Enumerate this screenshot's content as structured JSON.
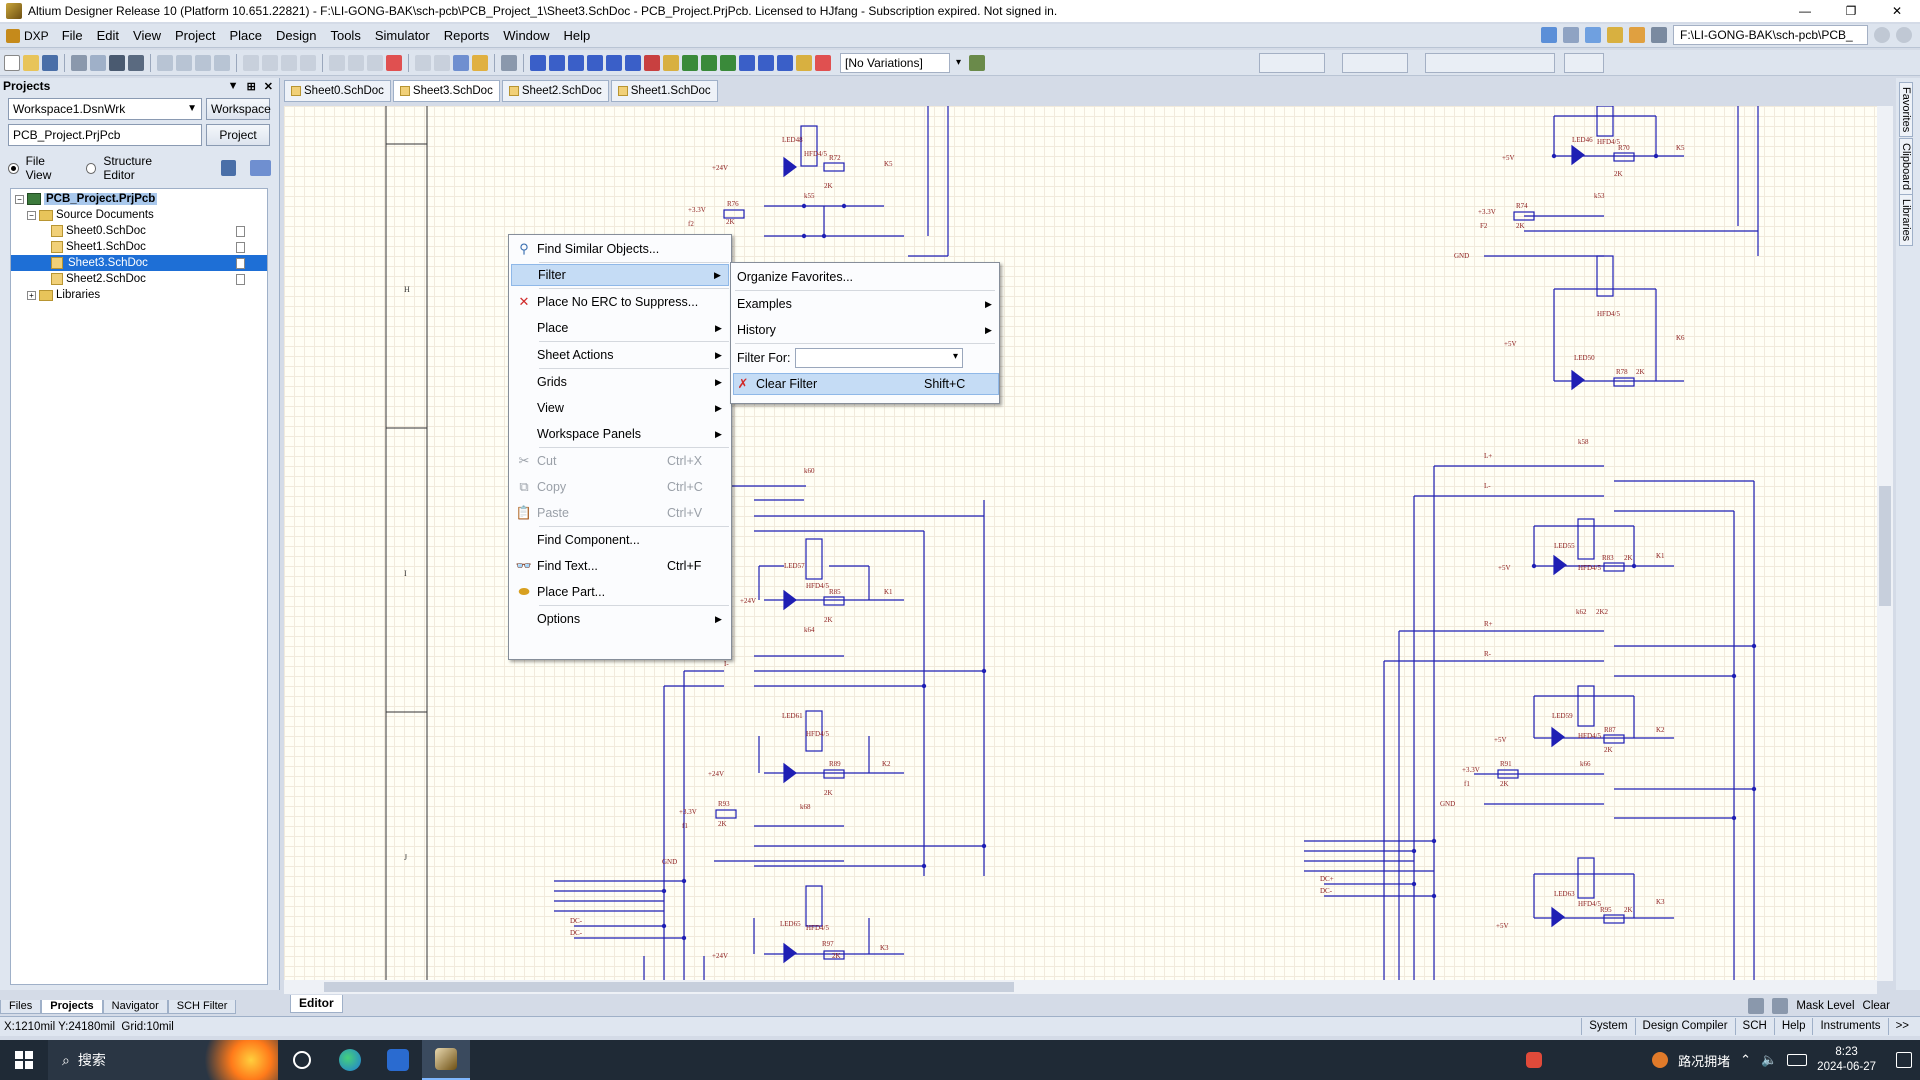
{
  "window": {
    "title": "Altium Designer Release 10 (Platform 10.651.22821) - F:\\LI-GONG-BAK\\sch-pcb\\PCB_Project_1\\Sheet3.SchDoc - PCB_Project.PrjPcb. Licensed to HJfang - Subscription expired. Not signed in.",
    "controls": [
      "—",
      "❐",
      "✕"
    ]
  },
  "menubar": {
    "dxp": "DXP",
    "items": [
      "File",
      "Edit",
      "View",
      "Project",
      "Place",
      "Design",
      "Tools",
      "Simulator",
      "Reports",
      "Window",
      "Help"
    ],
    "path": "F:\\LI-GONG-BAK\\sch-pcb\\PCB_"
  },
  "toolbar": {
    "variations": "[No Variations]"
  },
  "projects_panel": {
    "title": "Projects",
    "workspace_value": "Workspace1.DsnWrk",
    "workspace_button": "Workspace",
    "project_value": "PCB_Project.PrjPcb",
    "project_button": "Project",
    "file_view": "File View",
    "structure_editor": "Structure Editor",
    "tree": {
      "project": "PCB_Project.PrjPcb",
      "source_documents": "Source Documents",
      "docs": [
        "Sheet0.SchDoc",
        "Sheet1.SchDoc",
        "Sheet3.SchDoc",
        "Sheet2.SchDoc"
      ],
      "libraries": "Libraries"
    },
    "tabs": [
      "Files",
      "Projects",
      "Navigator",
      "SCH Filter"
    ]
  },
  "doc_tabs": [
    "Sheet0.SchDoc",
    "Sheet3.SchDoc",
    "Sheet2.SchDoc",
    "Sheet1.SchDoc"
  ],
  "editor_tab": "Editor",
  "bottom_tools": {
    "mask_level": "Mask Level",
    "clear": "Clear"
  },
  "right_dock": [
    "Favorites",
    "Clipboard",
    "Libraries"
  ],
  "status": {
    "coords": "X:1210mil Y:24180mil",
    "grid": "Grid:10mil",
    "panels": [
      "System",
      "Design Compiler",
      "SCH",
      "Help",
      "Instruments",
      ">>"
    ]
  },
  "context_menu": {
    "items": [
      {
        "label": "Find Similar Objects...",
        "shortcut": "",
        "arrow": false
      },
      {
        "label": "Filter",
        "shortcut": "",
        "arrow": true
      },
      {
        "label": "Place No ERC to Suppress...",
        "shortcut": "",
        "arrow": false
      },
      {
        "label": "Place",
        "shortcut": "",
        "arrow": true
      },
      {
        "label": "Sheet Actions",
        "shortcut": "",
        "arrow": true
      },
      {
        "label": "Grids",
        "shortcut": "",
        "arrow": true
      },
      {
        "label": "View",
        "shortcut": "",
        "arrow": true
      },
      {
        "label": "Workspace Panels",
        "shortcut": "",
        "arrow": true
      },
      {
        "label": "Cut",
        "shortcut": "Ctrl+X",
        "arrow": false
      },
      {
        "label": "Copy",
        "shortcut": "Ctrl+C",
        "arrow": false
      },
      {
        "label": "Paste",
        "shortcut": "Ctrl+V",
        "arrow": false
      },
      {
        "label": "Find Component...",
        "shortcut": "",
        "arrow": false
      },
      {
        "label": "Find Text...",
        "shortcut": "Ctrl+F",
        "arrow": false
      },
      {
        "label": "Place Part...",
        "shortcut": "",
        "arrow": false
      },
      {
        "label": "Options",
        "shortcut": "",
        "arrow": true
      }
    ]
  },
  "filter_submenu": {
    "organize": "Organize Favorites...",
    "examples": "Examples",
    "history": "History",
    "filter_for": "Filter For:",
    "clear_filter": "Clear Filter",
    "clear_shortcut": "Shift+C"
  },
  "schematic": {
    "zone_labels": [
      "H",
      "I",
      "J"
    ],
    "labels_left": [
      "LED48",
      "HFD4/5",
      "R72",
      "2K",
      "K5",
      "+24V",
      "+3.3V",
      "R76",
      "2K",
      "f2",
      "k55",
      "k60",
      "LED57",
      "HFD4/5",
      "R85",
      "2K",
      "K1",
      "+24V",
      "k64",
      "I-",
      "LED61",
      "HFD4/5",
      "R89",
      "2K",
      "K2",
      "+24V",
      "+3.3V",
      "R93",
      "2K",
      "f1",
      "k68",
      "GND",
      "DC-",
      "DC-",
      "LED65",
      "HFD4/5",
      "R97",
      "2K",
      "K3",
      "+24V"
    ],
    "labels_right": [
      "HFD4/5",
      "LED46",
      "R70",
      "2K",
      "K5",
      "+5V",
      "+3.3V",
      "R74",
      "2K",
      "F2",
      "k53",
      "GND",
      "HFD4/5",
      "LED50",
      "R78",
      "2K",
      "K6",
      "+5V",
      "k58",
      "L+",
      "L-",
      "HFD4/5",
      "LED55",
      "R83",
      "2K",
      "K1",
      "+5V",
      "k62",
      "2K2",
      "R+",
      "R-",
      "HFD4/5",
      "LED59",
      "R87",
      "2K",
      "K2",
      "+5V",
      "+3.3V",
      "R91",
      "2K",
      "f1",
      "k66",
      "GND",
      "DC+",
      "DC-",
      "HFD4/5",
      "LED63",
      "R95",
      "2K",
      "K3",
      "+5V"
    ]
  },
  "taskbar": {
    "search": "搜索",
    "weather": "路况拥堵",
    "time": "8:23",
    "date": "2024-06-27"
  },
  "colors": {
    "wire": "#1f1fb4",
    "netlabel": "#8b1a1a",
    "highlight": "#c5dcf5",
    "selection": "#1e6fd6"
  }
}
